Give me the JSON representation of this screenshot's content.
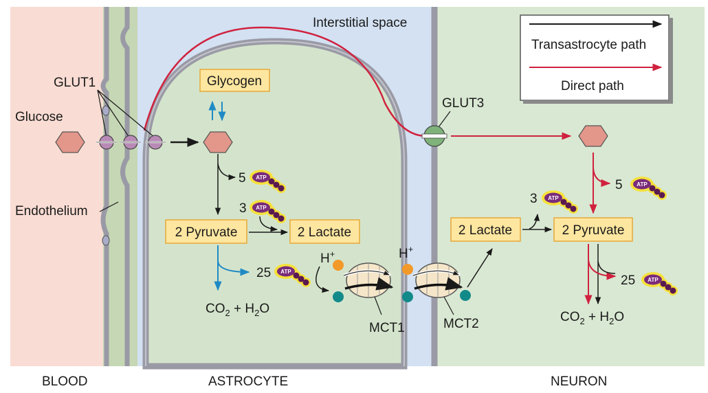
{
  "colors": {
    "blood_bg": "#f9dcd3",
    "endothelium": "#c5d7b4",
    "astrocyte_bg": "#d3e1f2",
    "astrocyte_inner": "#d4e4cc",
    "neuron_bg": "#d9e8d2",
    "membrane": "#9a9aa6",
    "box_fill": "#fde6a0",
    "box_stroke": "#e6a839",
    "glucose": "#e3968a",
    "transporter": "#b98ab6",
    "glut3": "#7fb27a",
    "red_path": "#d0223f",
    "blue_path": "#1f8ac4",
    "proton": "#f2992a",
    "lactate_dot": "#138a8a",
    "atp_body": "#7a2b7a",
    "atp_glow": "#f6e13a"
  },
  "regions": {
    "interstitial": "Interstitial space",
    "blood": "BLOOD",
    "astrocyte": "ASTROCYTE",
    "neuron": "NEURON"
  },
  "legend": {
    "transastrocyte": "Transastrocyte path",
    "direct": "Direct path"
  },
  "labels": {
    "glut1": "GLUT1",
    "glucose": "Glucose",
    "endothelium": "Endothelium",
    "glut3": "GLUT3",
    "mct1": "MCT1",
    "mct2": "MCT2",
    "hplus": "H",
    "plus": "+"
  },
  "boxes": {
    "glycogen": "Glycogen",
    "astro_pyruvate": "2 Pyruvate",
    "astro_lactate": "2 Lactate",
    "neuron_lactate": "2 Lactate",
    "neuron_pyruvate": "2 Pyruvate"
  },
  "atp": {
    "label": "ATP",
    "astro_glycolysis": "5",
    "astro_pyruvate_lactate": "3",
    "astro_oxidation": "25",
    "neuron_lactate": "3",
    "neuron_glycolysis": "5",
    "neuron_oxidation": "25"
  },
  "products": {
    "co2": "CO",
    "two": "2",
    "plus_h": " + H",
    "o": "O"
  }
}
